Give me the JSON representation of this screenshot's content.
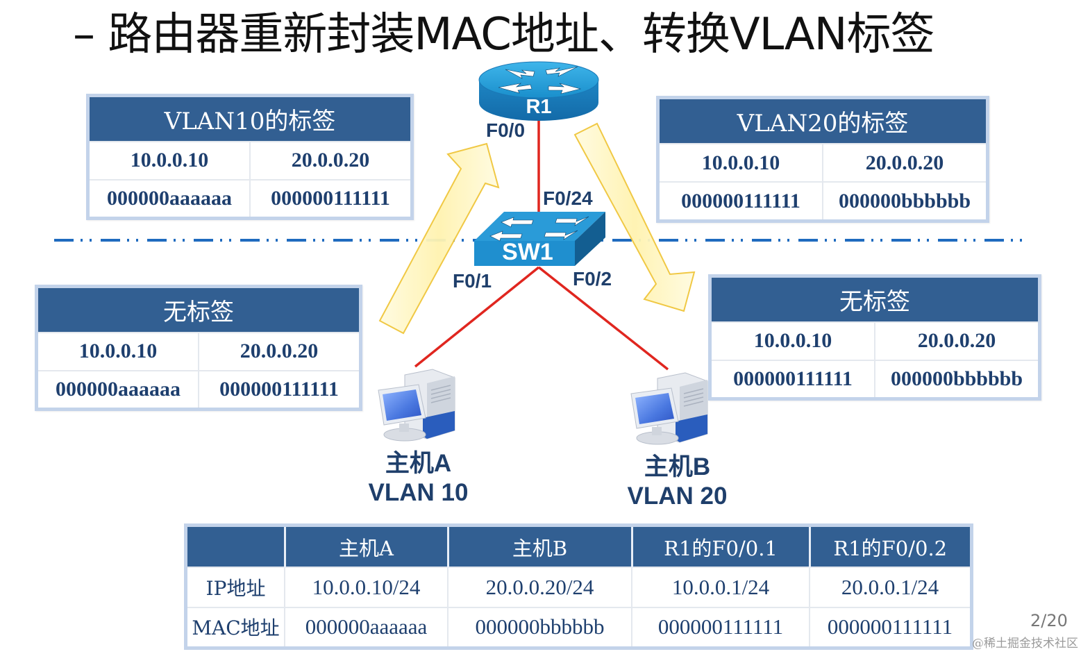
{
  "title": "– 路由器重新封装MAC地址、转换VLAN标签",
  "router": {
    "name": "R1",
    "port_down": "F0/0"
  },
  "switch": {
    "name": "SW1",
    "port_up": "F0/24",
    "port_left": "F0/1",
    "port_right": "F0/2"
  },
  "hosts": [
    {
      "name": "主机A",
      "vlan": "VLAN 10"
    },
    {
      "name": "主机B",
      "vlan": "VLAN 20"
    }
  ],
  "frames": {
    "vlan10_tagged": {
      "header": "VLAN10的标签",
      "rows": [
        [
          "10.0.0.10",
          "20.0.0.20"
        ],
        [
          "000000aaaaaa",
          "000000111111"
        ]
      ]
    },
    "vlan20_tagged": {
      "header": "VLAN20的标签",
      "rows": [
        [
          "10.0.0.10",
          "20.0.0.20"
        ],
        [
          "000000111111",
          "000000bbbbbb"
        ]
      ]
    },
    "untagged_left": {
      "header": "无标签",
      "rows": [
        [
          "10.0.0.10",
          "20.0.0.20"
        ],
        [
          "000000aaaaaa",
          "000000111111"
        ]
      ]
    },
    "untagged_right": {
      "header": "无标签",
      "rows": [
        [
          "10.0.0.10",
          "20.0.0.20"
        ],
        [
          "000000111111",
          "000000bbbbbb"
        ]
      ]
    }
  },
  "address_table": {
    "headers": [
      "",
      "主机A",
      "主机B",
      "R1的F0/0.1",
      "R1的F0/0.2"
    ],
    "rows": [
      [
        "IP地址",
        "10.0.0.10/24",
        "20.0.0.20/24",
        "10.0.0.1/24",
        "20.0.0.1/24"
      ],
      [
        "MAC地址",
        "000000aaaaaa",
        "000000bbbbbb",
        "000000111111",
        "000000111111"
      ]
    ]
  },
  "page_number": "2/20",
  "watermark": "@稀土掘金技术社区",
  "colors": {
    "header_blue": "#325f92",
    "link_red": "#e0261f",
    "dashed_line": "#1f6bbf",
    "arrow_fill": "#fff6c2",
    "arrow_stroke": "#f0c63a",
    "device_blue": "#1a9bd7"
  }
}
